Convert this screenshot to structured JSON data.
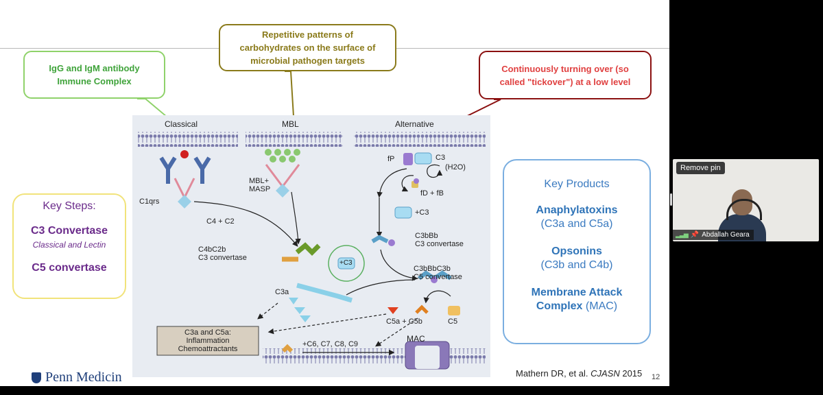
{
  "callouts": {
    "classical": "IgG and IgM antibody Immune Complex",
    "mbl": "Repetitive patterns of carbohydrates on the surface of microbial pathogen targets",
    "alternative": "Continuously turning over (so called \"tickover\") at a low level"
  },
  "key_steps": {
    "title": "Key Steps:",
    "c3": "C3 Convertase",
    "c3_sub": "Classical and Lectin",
    "c5": "C5 convertase"
  },
  "key_products": {
    "title": "Key Products",
    "p1_name": "Anaphylatoxins",
    "p1_sub": "(C3a and C5a)",
    "p2_name": "Opsonins",
    "p2_sub": "(C3b and C4b)",
    "p3_name": "Membrane Attack",
    "p3_name2": "Complex",
    "p3_abbr": "(MAC)"
  },
  "diagram": {
    "classical": "Classical",
    "mbl": "MBL",
    "alternative": "Alternative",
    "c1qrs": "C1qrs",
    "mbl_masp": "MBL+\nMASP",
    "fp": "fP",
    "c3_top": "C3",
    "h2o": "(H2O)",
    "fd_fb": "fD + fB",
    "plus_c3_right": "+C3",
    "c4_c2": "C4 + C2",
    "c4bc2b": "C4bC2b\nC3 convertase",
    "plus_c3_center": "+C3",
    "c3bbb": "C3bBb\nC3 convertase",
    "c3bbbc3b": "C3bBbC3b\nC5 convertase",
    "c3a": "C3a",
    "c5a_c5b": "C5a + C5b",
    "c5": "C5",
    "inflammation": "C3a and C5a:\nInflammation\nChemoattractants",
    "c6_c9": "+C6, C7, C8, C9",
    "mac": "MAC"
  },
  "footer": {
    "logo_text": "Penn Medicin",
    "citation": "Mathern DR, et al. ",
    "journal": "CJASN",
    "year": " 2015",
    "page": "12"
  },
  "video_tile": {
    "remove_pin": "Remove pin",
    "participant": "Abdallah Geara"
  },
  "colors": {
    "accent_blue": "#2f74b8",
    "accent_purple": "#6a2a8a",
    "green_callout": "#3fa33a",
    "olive_callout": "#8a7a1a",
    "red_callout": "#e04040"
  }
}
